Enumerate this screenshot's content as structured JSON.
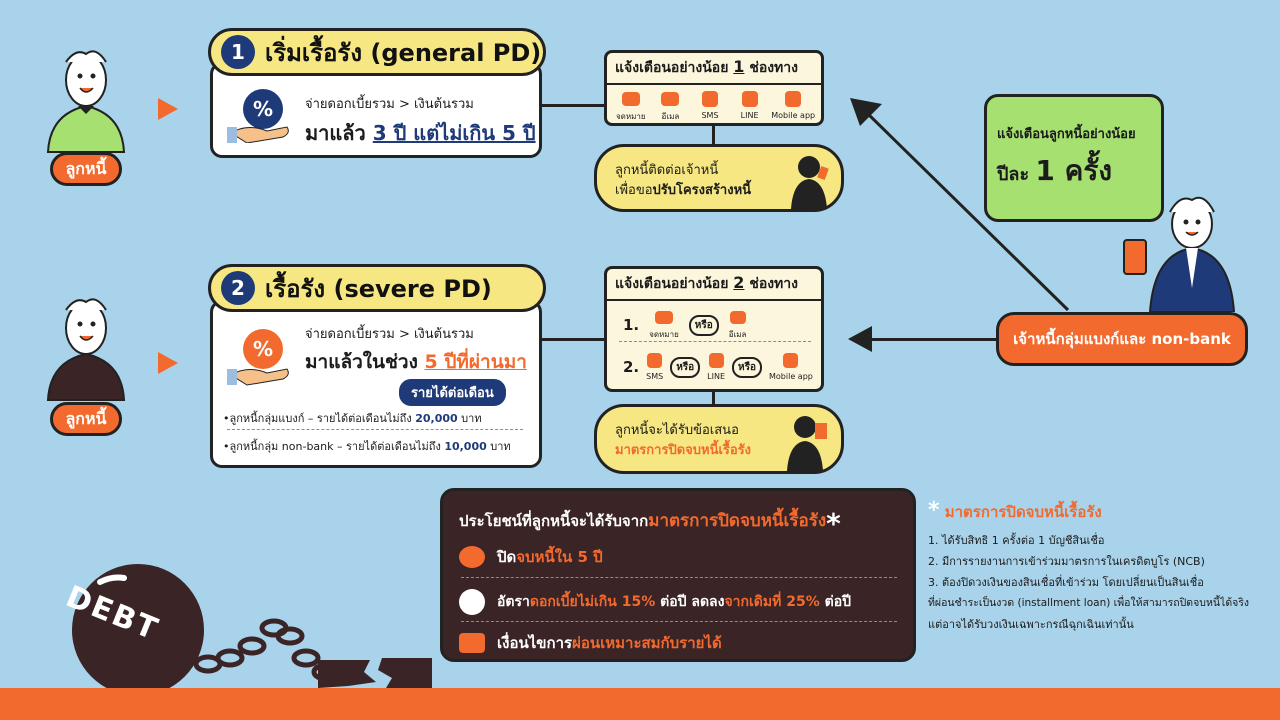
{
  "step1": {
    "number": "1",
    "title": "เริ่มเรื้อรัง (general PD)",
    "condition": "จ่ายดอกเบี้ยรวม > เงินต้นรวม",
    "period_prefix": "มาแล้ว ",
    "period_highlight": "3 ปี แต่ไม่เกิน 5 ปี",
    "notice_header_prefix": "แจ้งเตือนอย่างน้อย",
    "notice_header_num": "1",
    "notice_header_suffix": "ช่องทาง",
    "channels": [
      "จดหมาย",
      "อีเมล",
      "SMS",
      "LINE",
      "Mobile app"
    ],
    "bubble_line1": "ลูกหนี้ติดต่อเจ้าหนี้",
    "bubble_line2_prefix": "เพื่อขอ",
    "bubble_line2_bold": "ปรับโครงสร้างหนี้"
  },
  "step2": {
    "number": "2",
    "title": "เรื้อรัง (severe PD)",
    "condition": "จ่ายดอกเบี้ยรวม > เงินต้นรวม",
    "period_prefix": "มาแล้วในช่วง ",
    "period_highlight": "5 ปีที่ผ่านมา",
    "income_label": "รายได้ต่อเดือน",
    "income_bank_prefix": "•ลูกหนี้กลุ่มแบงก์ – รายได้ต่อเดือนไม่ถึง ",
    "income_bank_value": "20,000",
    "income_nonbank_prefix": "•ลูกหนี้กลุ่ม non-bank – รายได้ต่อเดือนไม่ถึง ",
    "income_nonbank_value": "10,000",
    "income_unit": " บาท",
    "notice_header_prefix": "แจ้งเตือนอย่างน้อย",
    "notice_header_num": "2",
    "notice_header_suffix": "ช่องทาง",
    "row1_num": "1.",
    "row1_channels": [
      "จดหมาย",
      "อีเมล"
    ],
    "row2_num": "2.",
    "row2_channels": [
      "SMS",
      "LINE",
      "Mobile app"
    ],
    "or_label": "หรือ",
    "bubble_line1": "ลูกหนี้จะได้รับข้อเสนอ",
    "bubble_line2": "มาตรการปิดจบหนี้เรื้อรัง"
  },
  "debtor_label": "ลูกหนี้",
  "creditor": {
    "label": "เจ้าหนี้กลุ่มแบงก์และ non-bank",
    "speech_line1": "แจ้งเตือนลูกหนี้อย่างน้อย",
    "speech_line2_prefix": "ปีละ ",
    "speech_line2_big": "1 ครั้ง"
  },
  "benefits": {
    "title_prefix": "ประโยชน์ที่ลูกหนี้จะได้รับจาก",
    "title_highlight": "มาตรการปิดจบหนี้เรื้อรัง",
    "asterisk": "*",
    "item1_prefix": "ปิด",
    "item1_highlight": "จบหนี้ใน 5 ปี",
    "item2_a": "อัตรา",
    "item2_b": "ดอกเบี้ยไม่เกิน 15%",
    "item2_c": " ต่อปี ลดลง",
    "item2_d": "จากเดิมที่ 25%",
    "item2_e": " ต่อปี",
    "item3_prefix": "เงื่อนไขการ",
    "item3_highlight": "ผ่อนเหมาะสมกับรายได้",
    "debt_label": "DEBT"
  },
  "notes": {
    "title": "มาตรการปิดจบหนี้เรื้อรัง",
    "star": "*",
    "items": [
      "1. ได้รับสิทธิ 1 ครั้งต่อ 1 บัญชีสินเชื่อ",
      "2. มีการรายงานการเข้าร่วมมาตรการในเครดิตบูโร (NCB)",
      "3. ต้องปิดวงเงินของสินเชื่อที่เข้าร่วม โดยเปลี่ยนเป็นสินเชื่อ",
      "ที่ผ่อนชำระเป็นงวด (installment loan) เพื่อให้สามารถปิดจบหนี้ได้จริง",
      "แต่อาจได้รับวงเงินเฉพาะกรณีฉุกเฉินเท่านั้น"
    ]
  },
  "colors": {
    "accent": "#f26a2e",
    "navy": "#1e3a78",
    "yellow": "#f6e783",
    "background": "#a9d3ea",
    "dark": "#3a2426"
  }
}
